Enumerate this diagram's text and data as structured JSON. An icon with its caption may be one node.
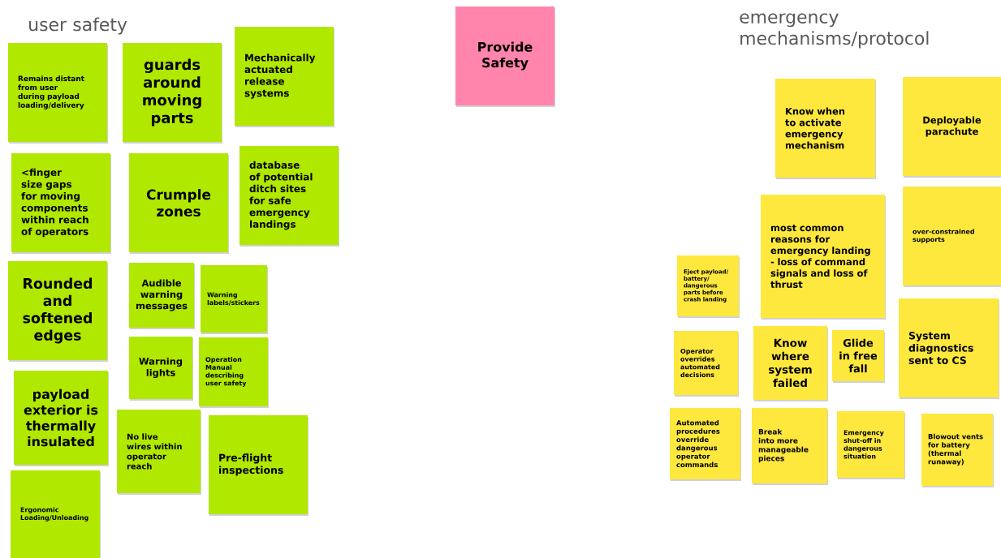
{
  "diagram": {
    "nodes": [
      {
        "text": [
          "Remains distant from user during payload loading/delivery"
        ]
      },
      {
        "text": [
          "guards around moving parts"
        ]
      },
      {
        "text": [
          "Mechanically actuated release systems"
        ]
      },
      {
        "text": [
          "<finger size gaps for moving components within reach of operators"
        ]
      },
      {
        "text": [
          "Crumple zones"
        ]
      },
      {
        "text": [
          "database of potential ditch sites for safe emergency landings"
        ]
      },
      {
        "text": [
          "Rounded and softened edges"
        ]
      },
      {
        "text": [
          "Audible warning messages"
        ]
      },
      {
        "text": [
          "Warning labels/stickers"
        ]
      },
      {
        "text": [
          "Warning lights"
        ]
      },
      {
        "text": [
          "Operation Manual describing user safety"
        ]
      },
      {
        "text": [
          "payload exterior is thermally insulated"
        ]
      },
      {
        "text": [
          "Ergonomic Loading/Unloading"
        ]
      },
      {
        "text": [
          "No live wires within operator reach"
        ]
      },
      {
        "text": [
          "Pre-flight inspections"
        ]
      },
      {
        "text": [
          "Provide Safety"
        ]
      },
      {
        "text": [
          "Know when to activate emergency mechanism"
        ]
      },
      {
        "text": [
          "Deployable parachute"
        ]
      },
      {
        "text": [
          "Eject payload/ battery/ dangerous parts before crash landing"
        ]
      },
      {
        "text": [
          "most common reasons for emergency landing - loss of command signals and loss of thrust"
        ]
      },
      {
        "text": [
          "over-constrained supports"
        ]
      },
      {
        "text": [
          "Operator overrides automated decisions"
        ]
      },
      {
        "text": [
          "Know where system failed"
        ]
      },
      {
        "text": [
          "Glide in free fall"
        ]
      },
      {
        "text": [
          "System diagnostics sent to CS"
        ]
      },
      {
        "text": [
          "Automated procedures override dangerous operator commands"
        ]
      },
      {
        "text": [
          "Break into more manageable pieces"
        ]
      },
      {
        "text": [
          "Emergency shut-off in dangerous situation"
        ]
      },
      {
        "text": [
          "Blowout vents for battery (thermal runaway)"
        ]
      }
    ],
    "labels": [
      "user safety",
      "emergency mechanisms/protocol"
    ]
  }
}
